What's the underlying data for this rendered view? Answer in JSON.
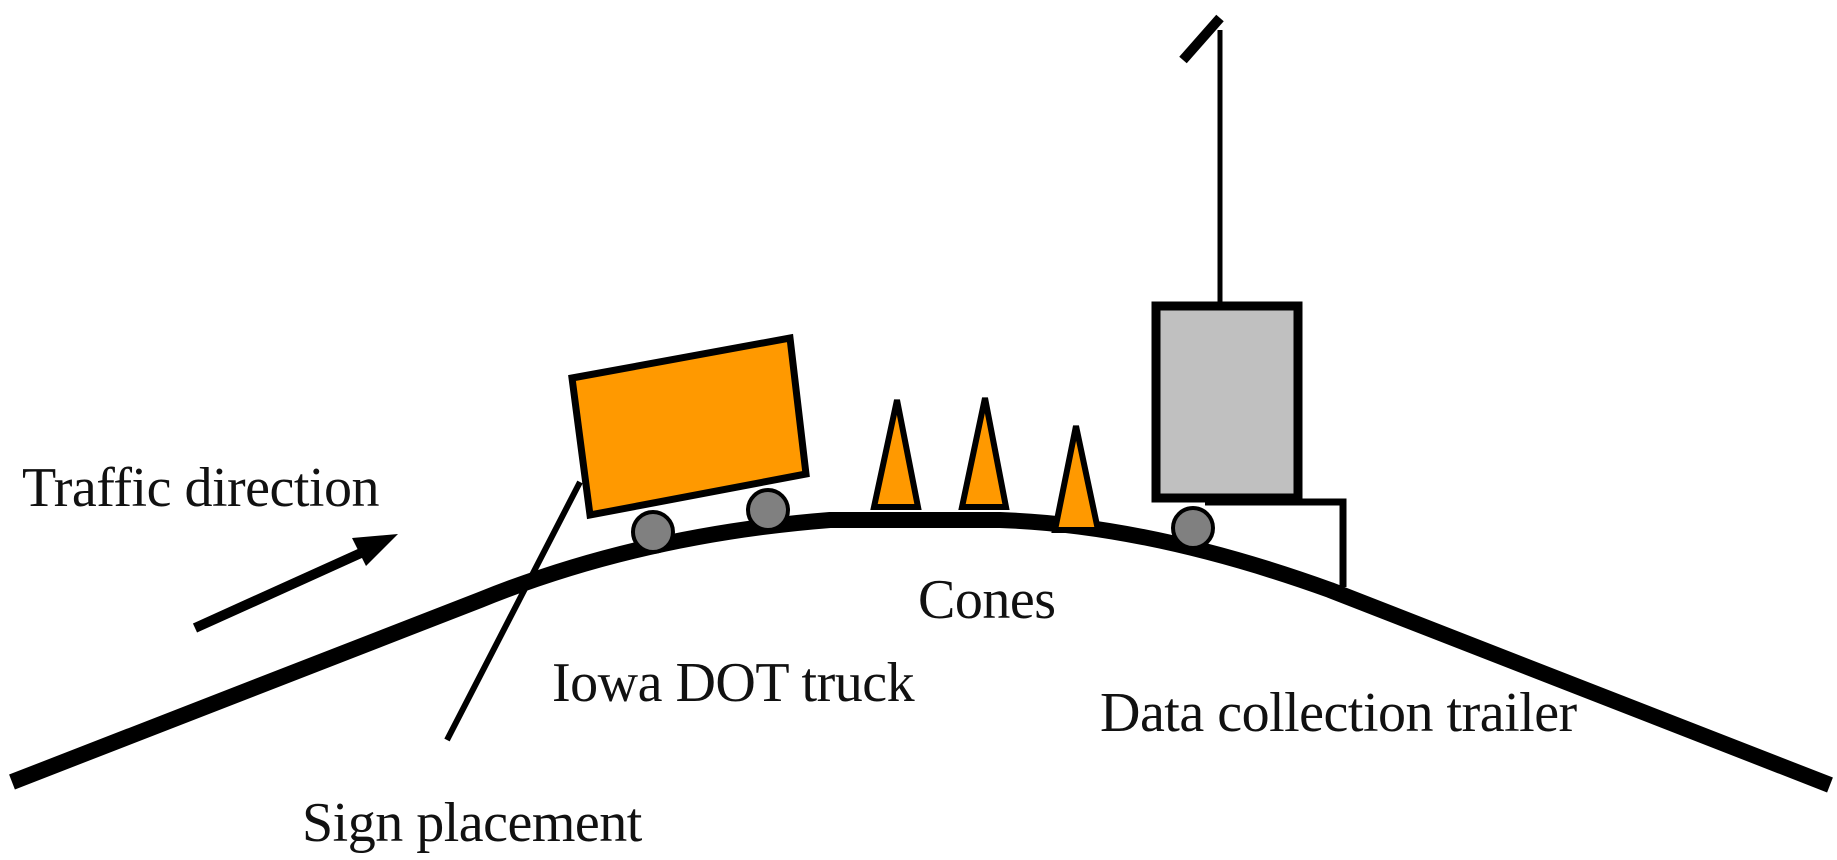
{
  "labels": {
    "traffic_direction": "Traffic direction",
    "cones": "Cones",
    "iowa_dot_truck": "Iowa DOT truck",
    "data_collection_trailer": "Data collection trailer",
    "sign_placement": "Sign placement"
  },
  "colors": {
    "road": "#000000",
    "truck_body": "#ff9900",
    "cone": "#ff9900",
    "trailer_body": "#c0c0c0",
    "wheel": "#808080",
    "text": "#111111",
    "background": "#ffffff"
  },
  "icons": {
    "traffic_arrow": "arrow-right-up-icon",
    "truck": "truck-icon",
    "cone": "traffic-cone-icon",
    "trailer": "trailer-icon",
    "antenna": "antenna-icon",
    "sign": "sign-pole-icon"
  }
}
